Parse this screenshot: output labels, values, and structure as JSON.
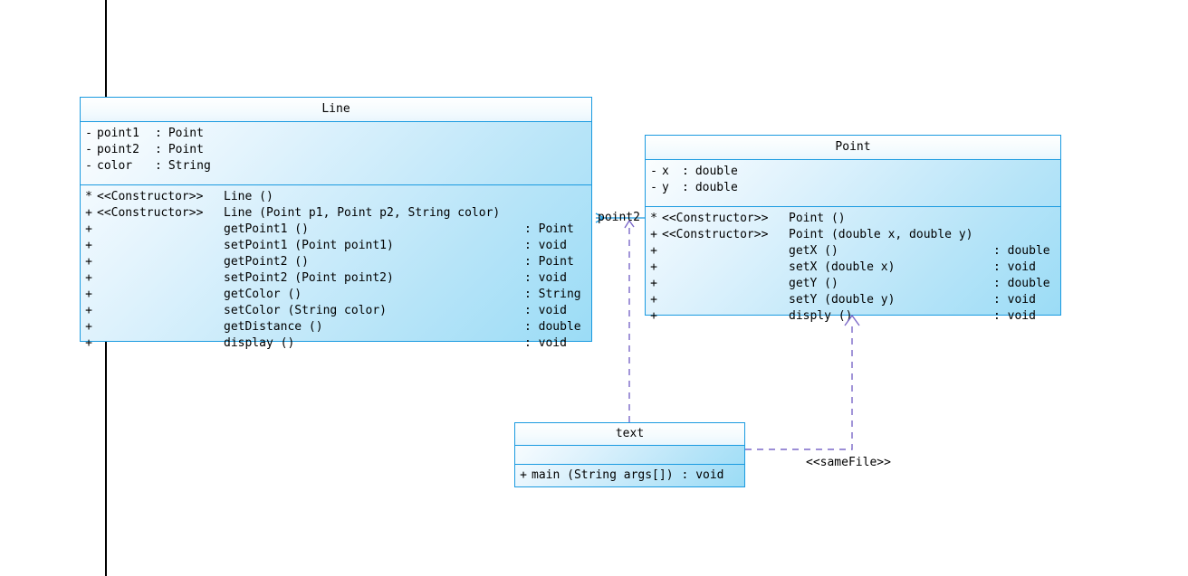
{
  "diagram": {
    "type": "uml-class-diagram",
    "background": "#ffffff",
    "accent": "#1a9ae0",
    "dependency_color": "#7b68c8",
    "guide_color": "#000000"
  },
  "classes": [
    {
      "id": "line",
      "name": "Line",
      "attributes": [
        {
          "visibility": "-",
          "name": "point1",
          "sep": ":",
          "type": "Point"
        },
        {
          "visibility": "-",
          "name": "point2",
          "sep": ":",
          "type": "Point"
        },
        {
          "visibility": "-",
          "name": "color",
          "sep": ":",
          "type": "String"
        }
      ],
      "methods": [
        {
          "visibility": "*",
          "stereotype": "<<Constructor>>",
          "signature": "Line ()",
          "return": ""
        },
        {
          "visibility": "+",
          "stereotype": "<<Constructor>>",
          "signature": "Line (Point p1, Point p2, String color)",
          "return": ""
        },
        {
          "visibility": "+",
          "stereotype": "",
          "signature": "getPoint1 ()",
          "return": ": Point"
        },
        {
          "visibility": "+",
          "stereotype": "",
          "signature": "setPoint1 (Point point1)",
          "return": ": void"
        },
        {
          "visibility": "+",
          "stereotype": "",
          "signature": "getPoint2 ()",
          "return": ": Point"
        },
        {
          "visibility": "+",
          "stereotype": "",
          "signature": "setPoint2 (Point point2)",
          "return": ": void"
        },
        {
          "visibility": "+",
          "stereotype": "",
          "signature": "getColor ()",
          "return": ": String"
        },
        {
          "visibility": "+",
          "stereotype": "",
          "signature": "setColor (String color)",
          "return": ": void"
        },
        {
          "visibility": "+",
          "stereotype": "",
          "signature": "getDistance ()",
          "return": ": double"
        },
        {
          "visibility": "+",
          "stereotype": "",
          "signature": "display ()",
          "return": ": void"
        }
      ]
    },
    {
      "id": "point",
      "name": "Point",
      "attributes": [
        {
          "visibility": "-",
          "name": "x",
          "sep": ":",
          "type": "double"
        },
        {
          "visibility": "-",
          "name": "y",
          "sep": ":",
          "type": "double"
        }
      ],
      "methods": [
        {
          "visibility": "*",
          "stereotype": "<<Constructor>>",
          "signature": "Point ()",
          "return": ""
        },
        {
          "visibility": "+",
          "stereotype": "<<Constructor>>",
          "signature": "Point (double x, double y)",
          "return": ""
        },
        {
          "visibility": "+",
          "stereotype": "",
          "signature": "getX ()",
          "return": ": double"
        },
        {
          "visibility": "+",
          "stereotype": "",
          "signature": "setX (double x)",
          "return": ": void"
        },
        {
          "visibility": "+",
          "stereotype": "",
          "signature": "getY ()",
          "return": ": double"
        },
        {
          "visibility": "+",
          "stereotype": "",
          "signature": "setY (double y)",
          "return": ": void"
        },
        {
          "visibility": "+",
          "stereotype": "",
          "signature": "disply ()",
          "return": ": void"
        }
      ]
    },
    {
      "id": "text",
      "name": "text",
      "attributes": [],
      "methods": [
        {
          "visibility": "+",
          "stereotype": "",
          "signature": "main (String args[])",
          "return": ": void"
        }
      ]
    }
  ],
  "edges": [
    {
      "id": "line-point-assoc",
      "from": "point",
      "to": "line",
      "label": "point2",
      "kind": "association-arrow"
    },
    {
      "id": "text-point-dep",
      "from": "text",
      "to": "point",
      "label": "<<sameFile>>",
      "kind": "dependency-dashed"
    },
    {
      "id": "text-line-dep",
      "from": "text",
      "to": "line",
      "label": "",
      "kind": "dependency-dashed"
    }
  ]
}
